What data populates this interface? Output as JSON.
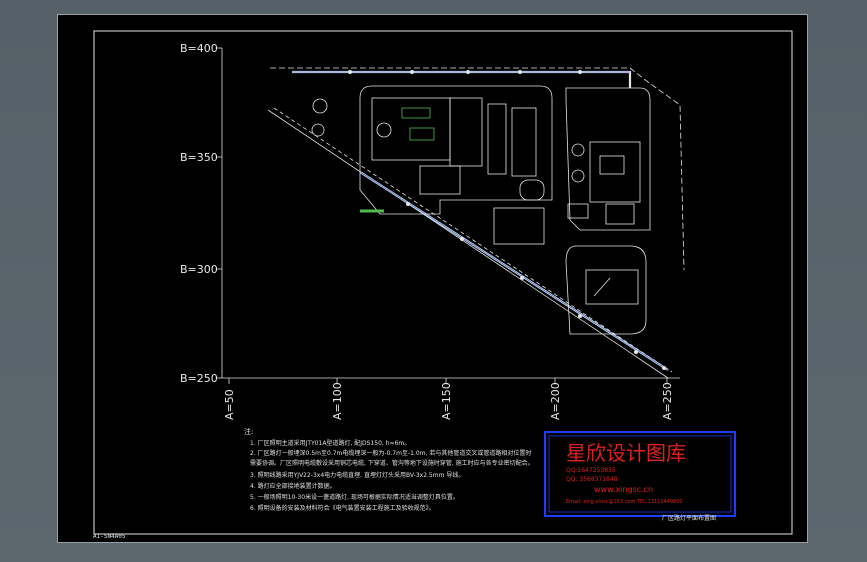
{
  "drawing": {
    "axis_y_labels": [
      "B=400",
      "B=350",
      "B=300",
      "B=250"
    ],
    "axis_x_labels": [
      "A=50",
      "A=100",
      "A=150",
      "A=200",
      "A=250"
    ],
    "notes_title": "注:",
    "notes": [
      "1. 厂区照明主道采用JTY01A型道路灯, 配JDS150, h=6m。",
      "2. 厂区路灯一般埋深0.5m至0.7m电缆埋深一般为-0.7m至-1.0m, 若与其他管道交叉或管道路相对位置时",
      "   需要协调。厂区照明电缆敷设采用铜芯电缆, 下穿道、管沟等地下设施时穿管, 施工时应与各专业密切配合。",
      "3. 照明线路采用YJV22-3x4电力电缆直埋, 直埋灯灯头采用BV-3x2.5mm 导线。",
      "4. 路灯应全部接地装置计数据。",
      "5. 一般场照明10-30米设一盏道路灯, 现场可根据实际情况适当调整灯具位置。",
      "6. 照明设备的安装及材料符合《电气装置安装工程施工及验收规范》。"
    ],
    "title_block": "厂区路灯平面布置图"
  },
  "watermark": {
    "title": "星欣设计图库",
    "qq": "QQ:1647253835",
    "contact": "QQ: 3568371848",
    "url": "www.xingsc.cn",
    "email_line": "Email: xing-xinsc@163.com   TEL:13111449800"
  },
  "status": {
    "model_tab": "A1-SN4A05"
  },
  "colors": {
    "sheet_bg": "#000000",
    "line": "#e6e6e6",
    "lamp_blue": "#3a6fd8",
    "watermark_red": "#e0201c",
    "watermark_border": "#1e3cff",
    "hatch_green": "#4fb84f"
  }
}
